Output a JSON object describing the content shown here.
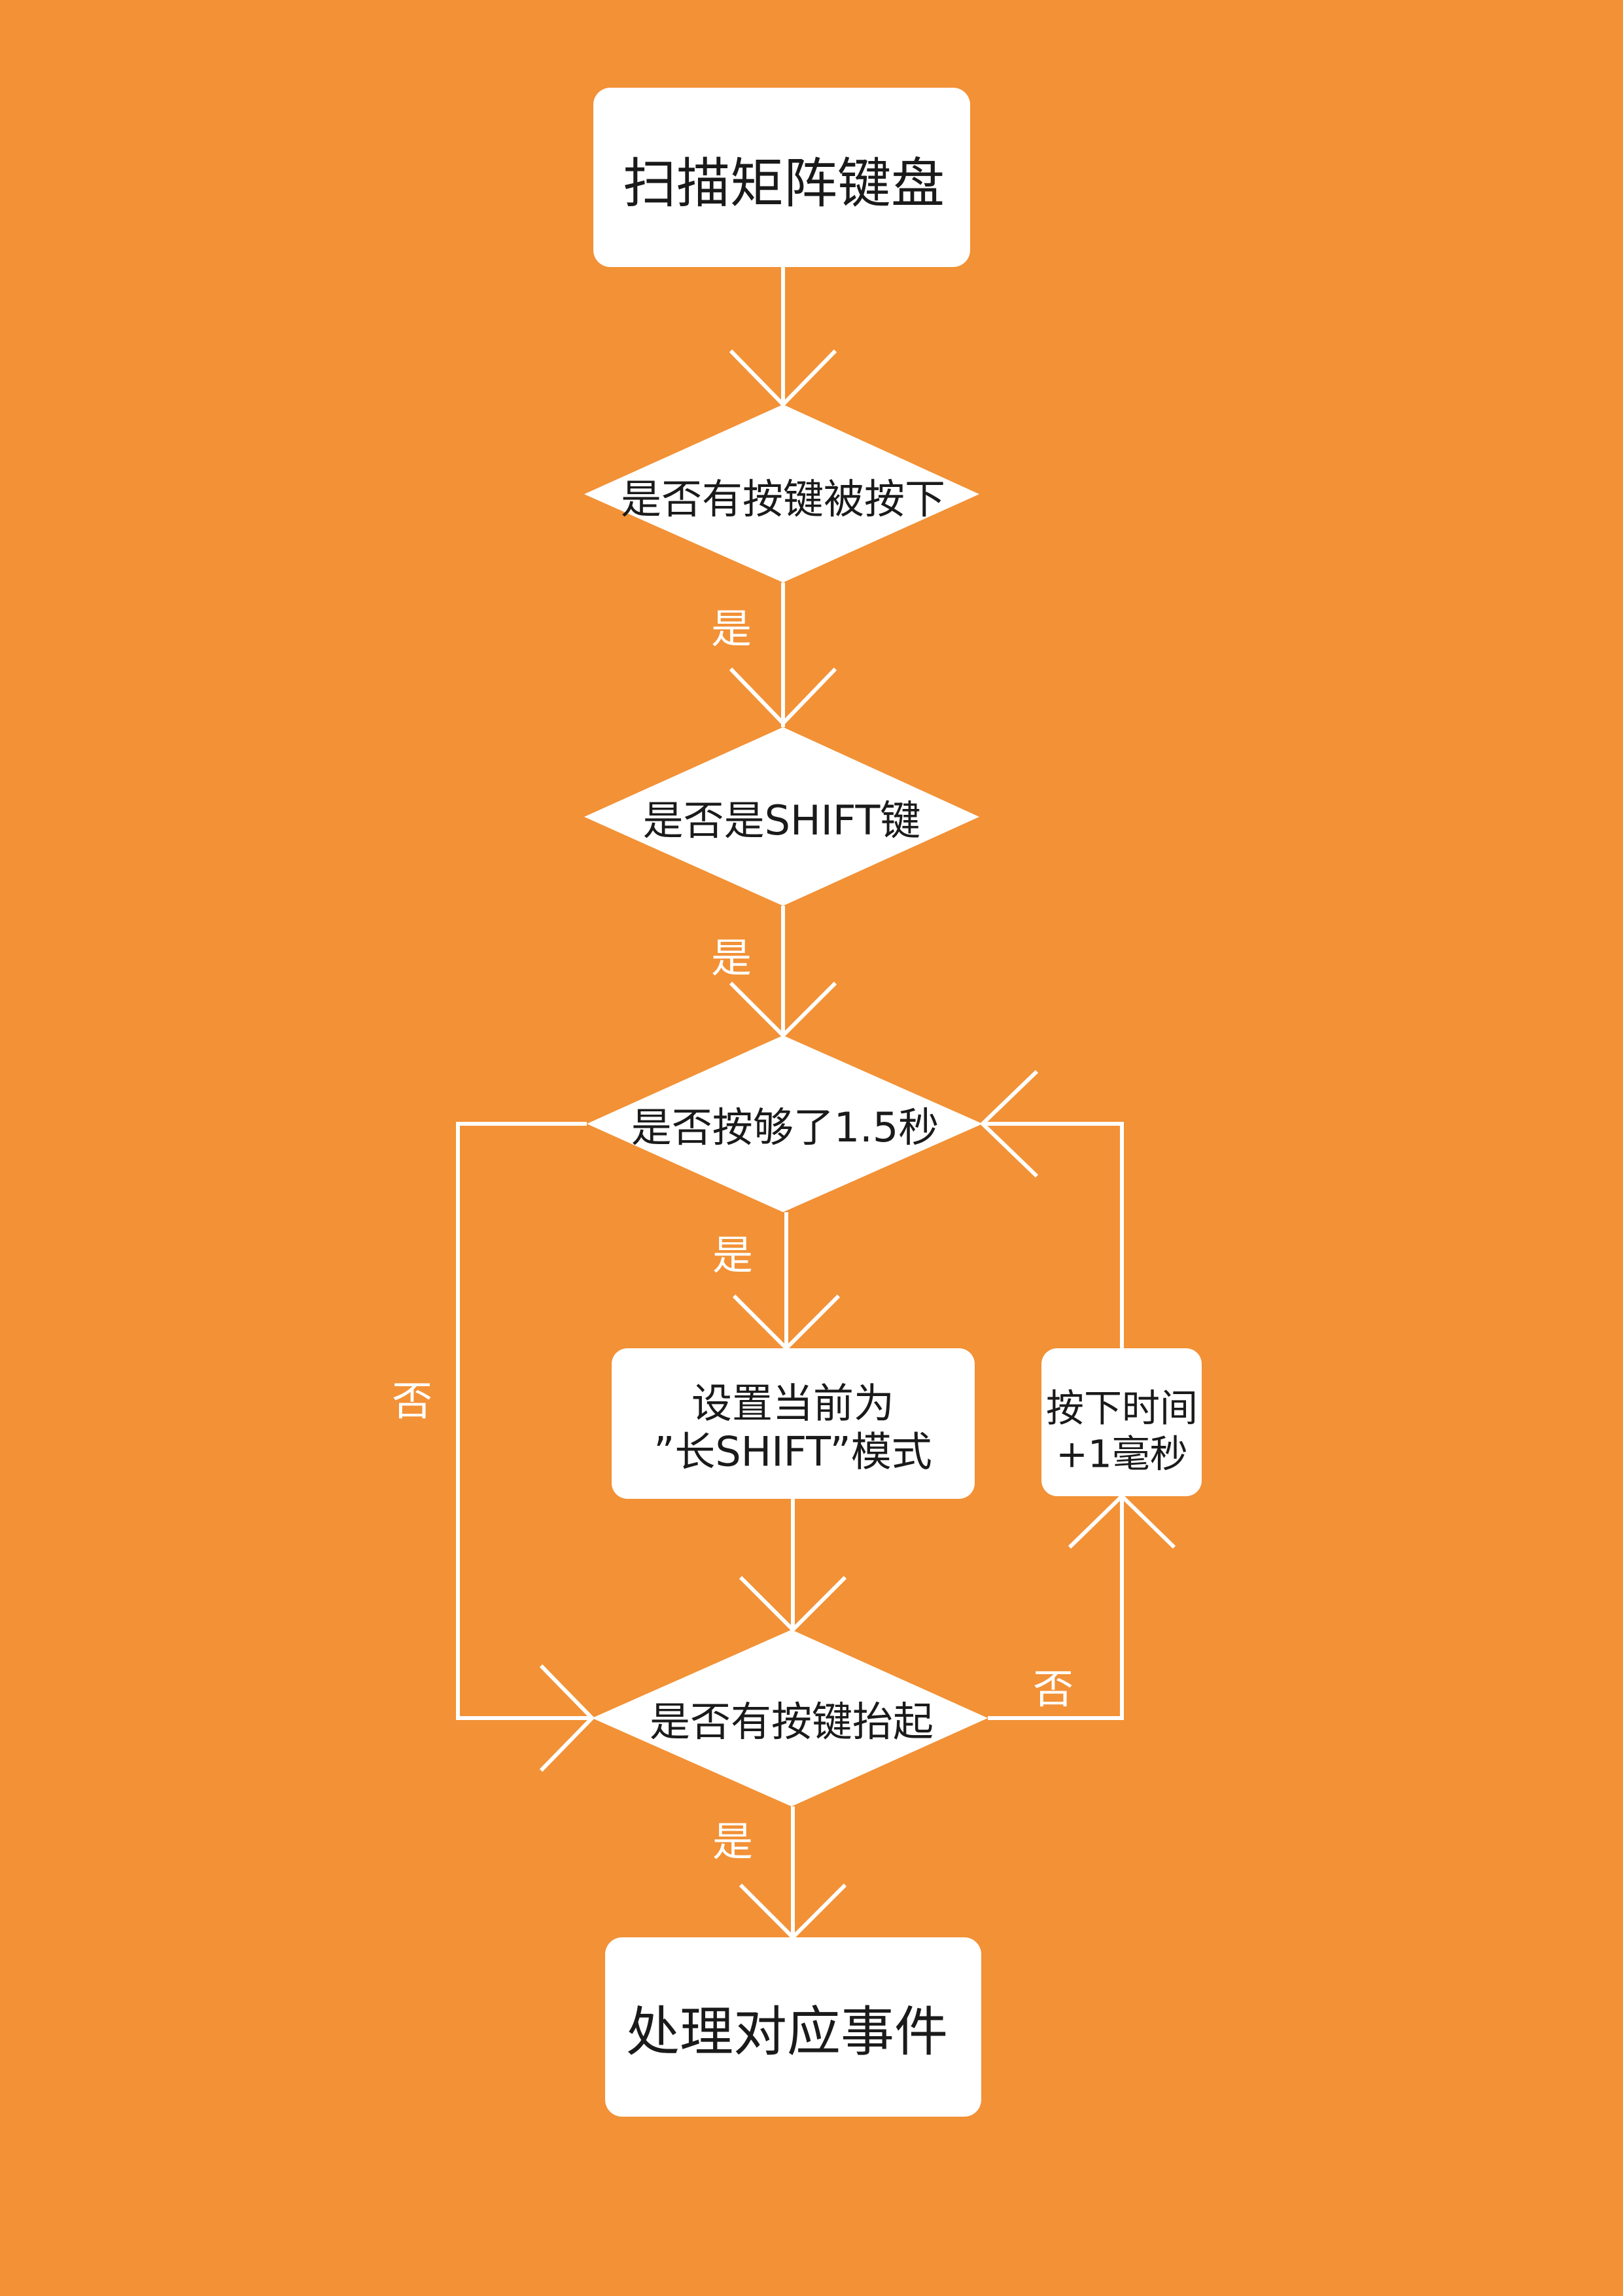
{
  "colors": {
    "background": "#f29136",
    "node_fill": "#ffffff",
    "edge": "#ffffff",
    "node_text": "#1a1a1a",
    "label_text": "#ffffff"
  },
  "nodes": {
    "scan": {
      "shape": "rounded-rect",
      "label": "扫描矩阵键盘"
    },
    "key_pressed": {
      "shape": "diamond",
      "label": "是否有按键被按下"
    },
    "is_shift": {
      "shape": "diamond",
      "label": "是否是SHIFT键"
    },
    "held_1_5s": {
      "shape": "diamond",
      "label": "是否按够了1.5秒"
    },
    "set_long_shift": {
      "shape": "rounded-rect",
      "line1": "设置当前为",
      "line2": "”长SHIFT”模式"
    },
    "add_time": {
      "shape": "rounded-rect",
      "line1": "按下时间",
      "line2": "+1毫秒"
    },
    "key_released": {
      "shape": "diamond",
      "label": "是否有按键抬起"
    },
    "handle_event": {
      "shape": "rounded-rect",
      "label": "处理对应事件"
    }
  },
  "edge_labels": {
    "yes_1": "是",
    "yes_2": "是",
    "yes_3": "是",
    "yes_4": "是",
    "no_left": "否",
    "no_right": "否"
  }
}
